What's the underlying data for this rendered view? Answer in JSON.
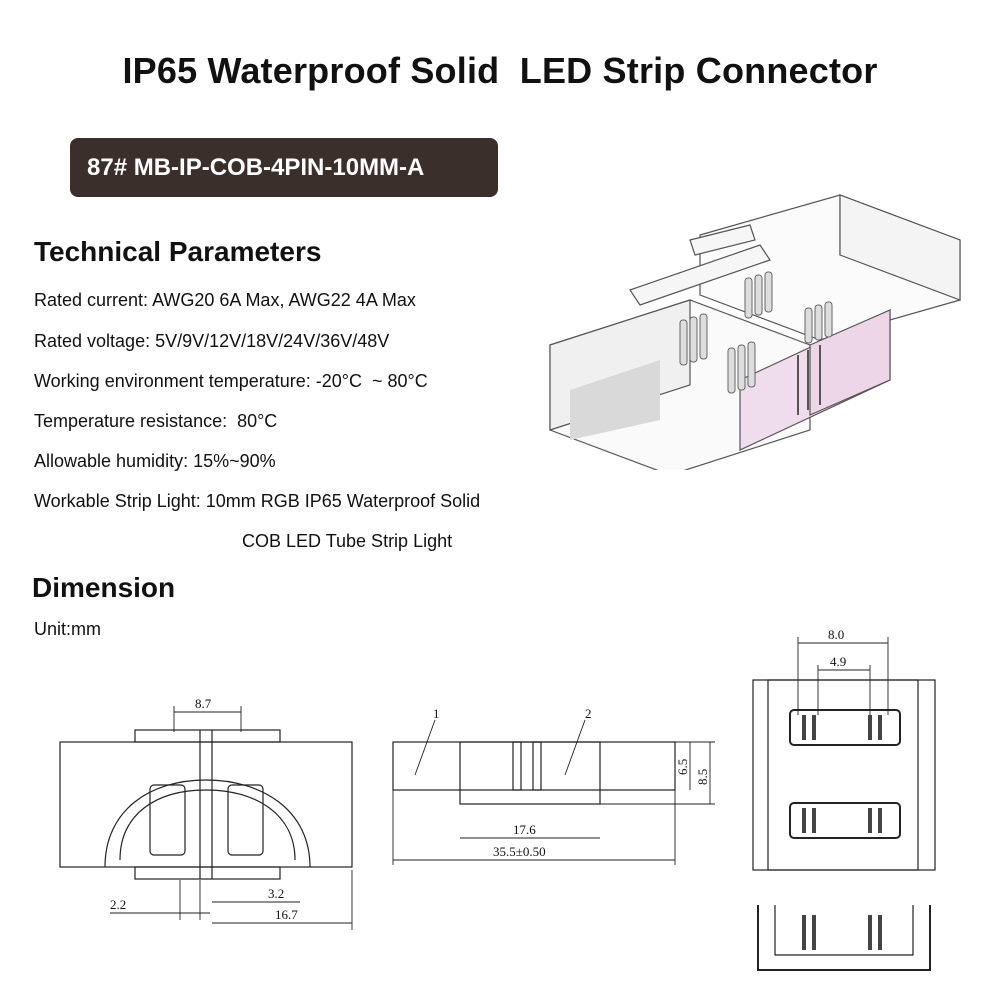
{
  "title": "IP65 Waterproof Solid  LED Strip Connector",
  "model_badge": "87# MB-IP-COB-4PIN-10MM-A",
  "tech_heading": "Technical Parameters",
  "params": [
    "Rated current: AWG20 6A Max, AWG22 4A Max",
    "Rated voltage: 5V/9V/12V/18V/24V/36V/48V",
    "Working environment temperature: -20°C  ~ 80°C",
    "Temperature resistance:  80°C",
    "Allowable humidity: 15%~90%",
    "Workable Strip Light: 10mm RGB IP65 Waterproof Solid",
    "COB LED Tube Strip Light"
  ],
  "dimension_heading": "Dimension",
  "unit": "Unit:mm",
  "dims": {
    "top_view": {
      "d1": "8.7",
      "d2": "2.2",
      "d3": "3.2",
      "d4": "16.7"
    },
    "side_view": {
      "label1": "1",
      "label2": "2",
      "d1": "6.5",
      "d2": "8.5",
      "d3": "17.6",
      "d4": "35.5±0.50"
    },
    "end_view": {
      "d1": "8.0",
      "d2": "4.9"
    }
  },
  "colors": {
    "badge_bg": "#3a2f2b",
    "connector_pink": "#efdcec"
  }
}
